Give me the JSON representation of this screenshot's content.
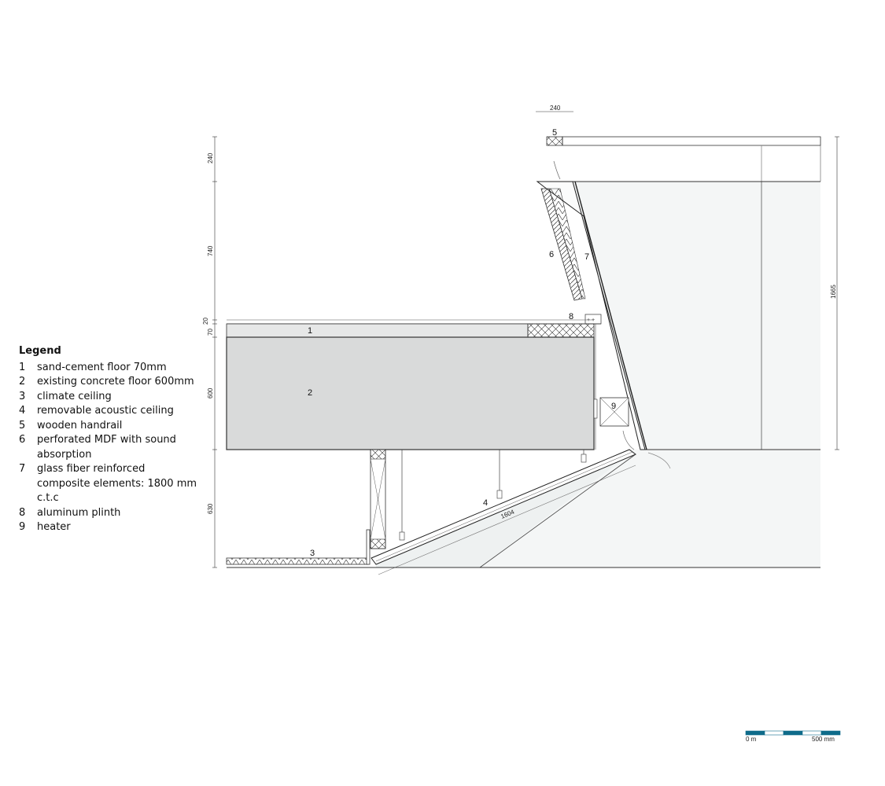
{
  "legend": {
    "title": "Legend",
    "items": [
      {
        "num": "1",
        "text": "sand-cement floor 70mm"
      },
      {
        "num": "2",
        "text": "existing concrete floor 600mm"
      },
      {
        "num": "3",
        "text": "climate ceiling"
      },
      {
        "num": "4",
        "text": "removable acoustic ceiling"
      },
      {
        "num": "5",
        "text": "wooden handrail"
      },
      {
        "num": "6",
        "text": "perforated MDF with sound absorption"
      },
      {
        "num": "7",
        "text": "glass fiber reinforced composite elements: 1800 mm c.t.c"
      },
      {
        "num": "8",
        "text": "aluminum plinth"
      },
      {
        "num": "9",
        "text": "heater"
      }
    ]
  },
  "dimensions": {
    "handrail_width": "240",
    "left_240": "240",
    "left_740": "740",
    "left_20": "20",
    "left_70": "70",
    "left_600": "600",
    "left_630": "630",
    "right_height": "1665",
    "ceiling_length": "1604"
  },
  "tags": {
    "t1": "1",
    "t2": "2",
    "t3": "3",
    "t4": "4",
    "t5": "5",
    "t6": "6",
    "t7": "7",
    "t8": "8",
    "t9": "9"
  },
  "scale_bar": {
    "start_label": "0 m",
    "end_label": "500 mm",
    "colors": [
      "#0e6b8a",
      "#ffffff",
      "#0e6b8a",
      "#ffffff",
      "#0e6b8a"
    ]
  }
}
